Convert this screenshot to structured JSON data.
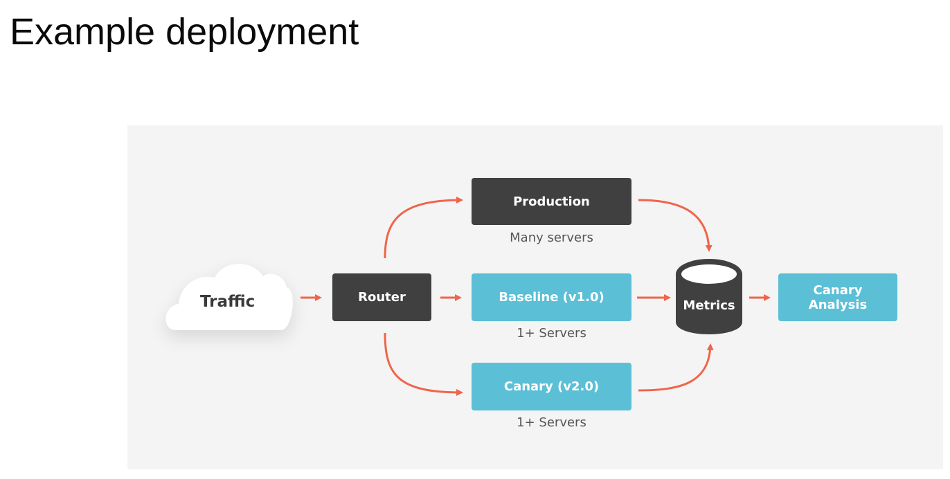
{
  "title": "Example deployment",
  "colors": {
    "panel_background": "#f4f4f4",
    "dark_box": "#404040",
    "teal_box": "#5bbfd6",
    "arrow": "#f0644a",
    "cloud": "#ffffff"
  },
  "nodes": {
    "traffic": {
      "label": "Traffic",
      "icon": "cloud-icon"
    },
    "router": {
      "label": "Router"
    },
    "production": {
      "label": "Production",
      "caption": "Many servers"
    },
    "baseline": {
      "label": "Baseline (v1.0)",
      "caption": "1+ Servers"
    },
    "canary": {
      "label": "Canary (v2.0)",
      "caption": "1+ Servers"
    },
    "metrics": {
      "label": "Metrics",
      "icon": "database-icon"
    },
    "canary_analysis": {
      "label_line1": "Canary",
      "label_line2": "Analysis"
    }
  },
  "edges": [
    {
      "from": "traffic",
      "to": "router"
    },
    {
      "from": "router",
      "to": "production"
    },
    {
      "from": "router",
      "to": "baseline"
    },
    {
      "from": "router",
      "to": "canary"
    },
    {
      "from": "production",
      "to": "metrics"
    },
    {
      "from": "baseline",
      "to": "metrics"
    },
    {
      "from": "canary",
      "to": "metrics"
    },
    {
      "from": "metrics",
      "to": "canary_analysis"
    }
  ]
}
